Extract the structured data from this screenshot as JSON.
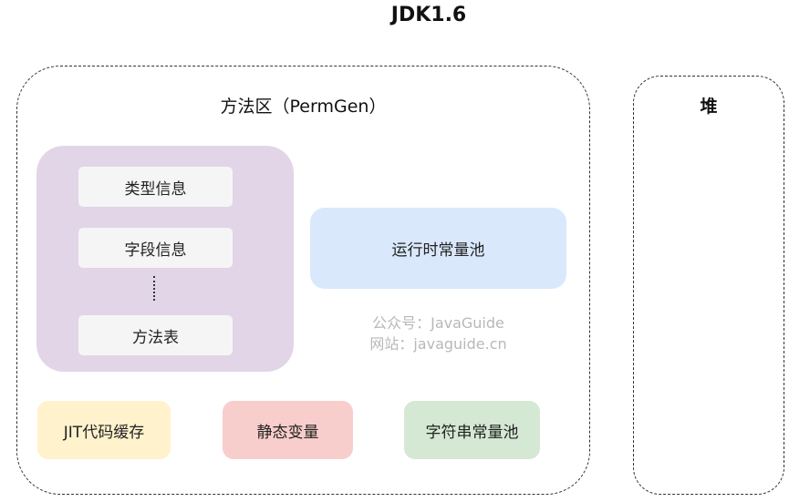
{
  "title": "JDK1.6",
  "permgen": {
    "label": "方法区（PermGen）",
    "class_info": {
      "items": [
        "类型信息",
        "字段信息",
        "方法表"
      ]
    },
    "runtime_constant_pool": "运行时常量池",
    "jit_cache": "JIT代码缓存",
    "static_vars": "静态变量",
    "string_constant_pool": "字符串常量池"
  },
  "heap": {
    "label": "堆"
  },
  "watermark": {
    "line1": "公众号：JavaGuide",
    "line2": "网站：javaguide.cn"
  },
  "colors": {
    "class_info_fill": "#e1d5e7",
    "runtime_pool_fill": "#dae8fc",
    "jit_fill": "#fff2cc",
    "static_fill": "#f8cecc",
    "string_pool_fill": "#d5e8d4"
  }
}
